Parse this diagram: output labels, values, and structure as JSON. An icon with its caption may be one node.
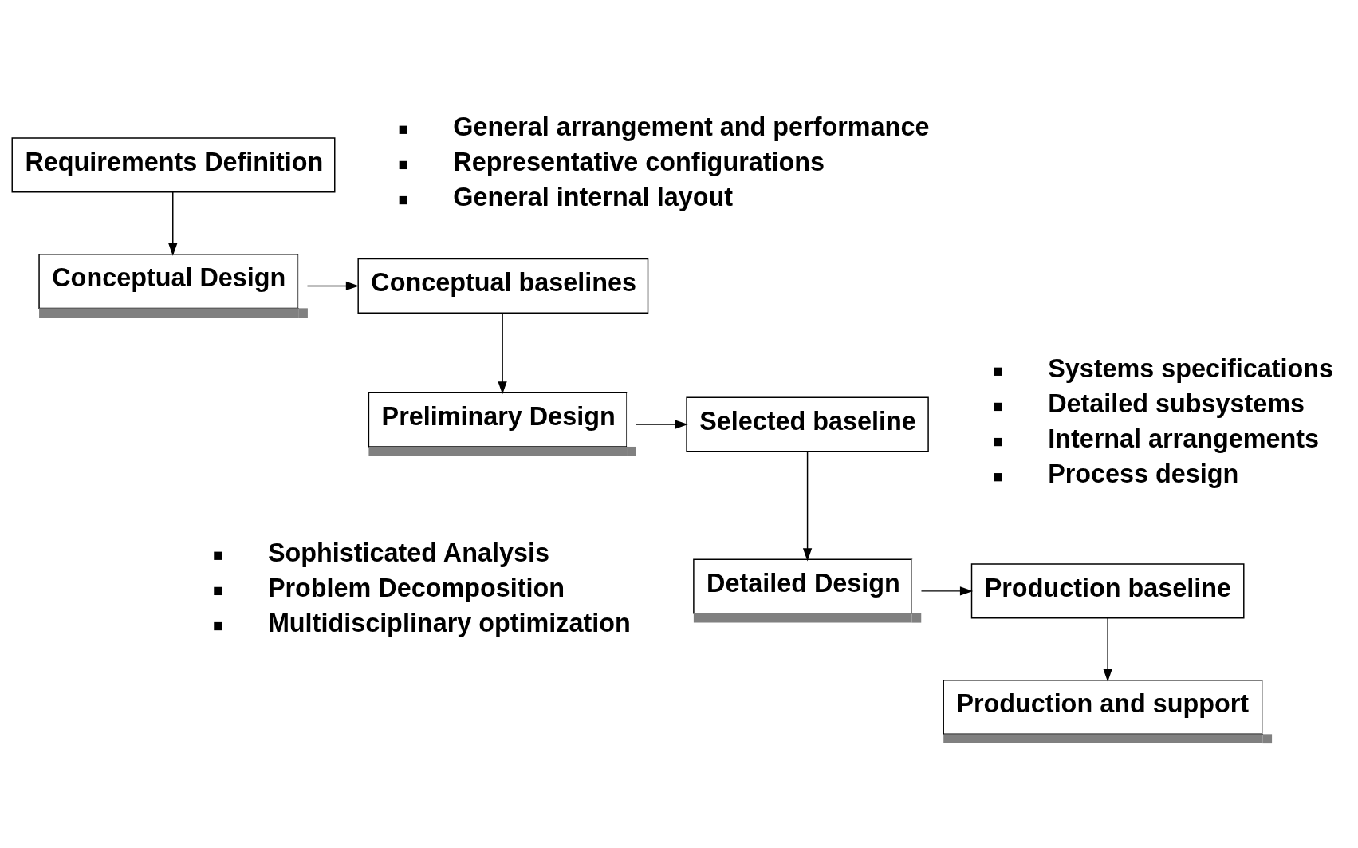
{
  "diagram": {
    "nodes": [
      {
        "text": [
          "Requirements Definition"
        ]
      },
      {
        "text": [
          "Conceptual Design"
        ]
      },
      {
        "text": [
          "Conceptual baselines"
        ]
      },
      {
        "text": [
          "Preliminary Design"
        ]
      },
      {
        "text": [
          "Selected baseline"
        ]
      },
      {
        "text": [
          "Detailed Design"
        ]
      },
      {
        "text": [
          "Production baseline"
        ]
      },
      {
        "text": [
          "Production and support"
        ]
      }
    ],
    "edges": [
      {
        "from": 0,
        "to": 1,
        "arrow": "to"
      },
      {
        "from": 1,
        "to": 2,
        "arrow": "to"
      },
      {
        "from": 2,
        "to": 3,
        "arrow": "to"
      },
      {
        "from": 3,
        "to": 4,
        "arrow": "to"
      },
      {
        "from": 4,
        "to": 5,
        "arrow": "to"
      },
      {
        "from": 5,
        "to": 6,
        "arrow": "to"
      },
      {
        "from": 6,
        "to": 7,
        "arrow": "to"
      }
    ],
    "labels": [
      "General arrangement and performance",
      "Representative configurations",
      "General internal layout",
      "Systems specifications",
      "Detailed subsystems",
      "Internal arrangements",
      "Process design",
      "Sophisticated Analysis",
      "Problem Decomposition",
      "Multidisciplinary optimization"
    ]
  }
}
